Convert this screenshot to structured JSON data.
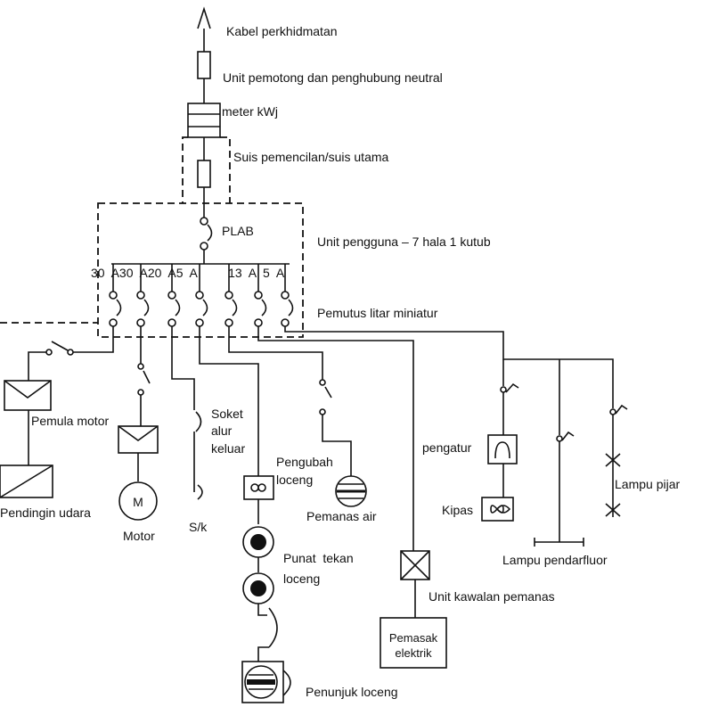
{
  "labels": {
    "kabel": "Kabel perkhidmatan",
    "unit_pemotong": "Unit pemotong dan penghubung neutral",
    "meter": "meter kWj",
    "suis": "Suis pemencilan/suis utama",
    "plab": "PLAB",
    "unit_pengguna": "Unit pengguna – 7 hala 1 kutub",
    "ratings": "30  A30  A20  A5  A         13  A  5  A",
    "pemutus": "Pemutus litar miniatur",
    "pemula_motor": "Pemula motor",
    "pendingin": "Pendingin udara",
    "motor": "Motor",
    "m": "M",
    "soket_1": "Soket",
    "soket_2": "alur",
    "soket_3": "keluar",
    "sk": "S/k",
    "pengubah_1": "Pengubah",
    "pengubah_2": "loceng",
    "pemanas_air": "Pemanas air",
    "punat_1": "Punat  tekan",
    "punat_2": "loceng",
    "penunjuk": "Penunjuk loceng",
    "unit_kawalan": "Unit kawalan pemanas",
    "pemasak_1": "Pemasak",
    "pemasak_2": "elektrik",
    "pengatur": "pengatur",
    "kipas": "Kipas",
    "lampu_pijar": "Lampu pijar",
    "lampu_pendarfluor": "Lampu pendarfluor"
  }
}
